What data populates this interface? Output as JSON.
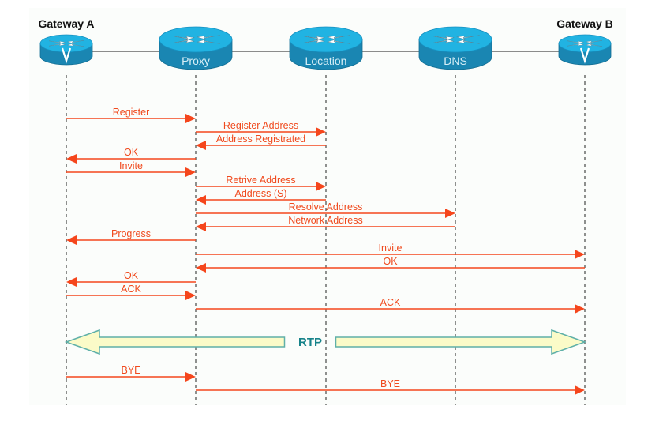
{
  "diagram": {
    "type": "sequence",
    "colors": {
      "message": "#f5461c",
      "message_label": "#f04a1e",
      "lifeline": "#222222",
      "backbone": "#666666",
      "router_top": "#21b3e2",
      "router_side": "#1a86b2",
      "rtp_fill": "#fbfbc8",
      "rtp_stroke": "#5fb0a8",
      "rtp_text": "#17838a"
    },
    "endpoints": [
      {
        "id": "gwA",
        "title": "Gateway A",
        "router_label": "",
        "kind": "voice-gateway"
      },
      {
        "id": "proxy",
        "title": "",
        "router_label": "Proxy",
        "kind": "router"
      },
      {
        "id": "location",
        "title": "",
        "router_label": "Location",
        "kind": "router"
      },
      {
        "id": "dns",
        "title": "",
        "router_label": "DNS",
        "kind": "router"
      },
      {
        "id": "gwB",
        "title": "Gateway B",
        "router_label": "",
        "kind": "voice-gateway"
      }
    ],
    "messages": [
      {
        "from": "gwA",
        "to": "proxy",
        "label": "Register"
      },
      {
        "from": "proxy",
        "to": "location",
        "label": "Register Address"
      },
      {
        "from": "location",
        "to": "proxy",
        "label": "Address Registrated"
      },
      {
        "from": "proxy",
        "to": "gwA",
        "label": "OK"
      },
      {
        "from": "gwA",
        "to": "proxy",
        "label": "Invite"
      },
      {
        "from": "proxy",
        "to": "location",
        "label": "Retrive Address"
      },
      {
        "from": "location",
        "to": "proxy",
        "label": "Address (S)"
      },
      {
        "from": "proxy",
        "to": "dns",
        "label": "Resolve Address"
      },
      {
        "from": "dns",
        "to": "proxy",
        "label": "Network Address"
      },
      {
        "from": "proxy",
        "to": "gwA",
        "label": "Progress"
      },
      {
        "from": "proxy",
        "to": "gwB",
        "label": "Invite"
      },
      {
        "from": "gwB",
        "to": "proxy",
        "label": "OK"
      },
      {
        "from": "proxy",
        "to": "gwA",
        "label": "OK"
      },
      {
        "from": "gwA",
        "to": "proxy",
        "label": "ACK"
      },
      {
        "from": "proxy",
        "to": "gwB",
        "label": "ACK"
      },
      {
        "from": "gwA",
        "to": "gwB",
        "label": "RTP",
        "bidirectional": true,
        "style": "media-stream"
      },
      {
        "from": "gwA",
        "to": "proxy",
        "label": "BYE"
      },
      {
        "from": "proxy",
        "to": "gwB",
        "label": "BYE"
      }
    ]
  }
}
